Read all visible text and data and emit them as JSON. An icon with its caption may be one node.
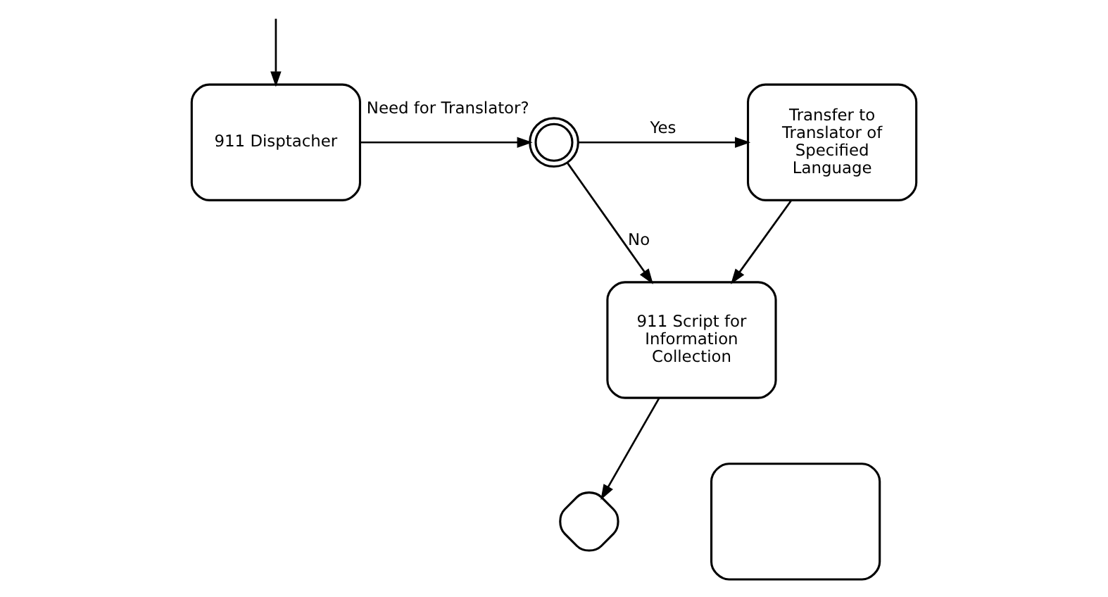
{
  "diagram": {
    "nodes": [
      {
        "text": [
          "911 Disptacher"
        ]
      },
      {
        "text": [
          "Need for Translator?"
        ]
      },
      {
        "text": [
          "Transfer to Translator of Specified Language"
        ]
      },
      {
        "text": [
          "911 Script for Information Collection"
        ]
      },
      {
        "text": [],
        "shape": "diamond"
      },
      {
        "text": [],
        "shape": "box"
      }
    ],
    "edges": [
      {
        "from": null,
        "to": 0,
        "arrow": "to"
      },
      {
        "from": 0,
        "to": 1,
        "arrow": "to"
      },
      {
        "from": 1,
        "to": 2,
        "arrow": "to",
        "label": "Yes"
      },
      {
        "from": 1,
        "to": 3,
        "arrow": "to",
        "label": "No"
      },
      {
        "from": 2,
        "to": 3,
        "arrow": "to"
      },
      {
        "from": 3,
        "to": 4,
        "arrow": "to"
      }
    ]
  }
}
